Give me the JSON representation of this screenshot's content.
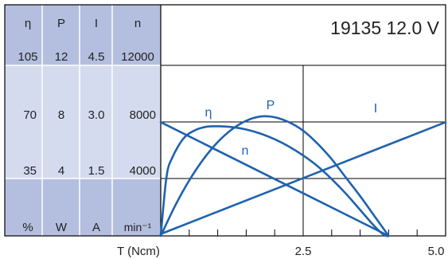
{
  "chart_data": {
    "type": "line",
    "title": "19135   12.0 V",
    "xlabel": "T (Ncm)",
    "x_ticks": [
      "2.5",
      "5.0"
    ],
    "xlim": [
      0,
      5.0
    ],
    "colors": {
      "curve": "#1f62ae",
      "panel_dark": "#b4bfdf",
      "panel_light": "#d5dbef",
      "grid": "#000000"
    },
    "columns": [
      {
        "symbol": "η",
        "max": "105",
        "mid": "70",
        "low": "35",
        "unit": "%",
        "range": [
          0,
          105
        ]
      },
      {
        "symbol": "P",
        "max": "12",
        "mid": "8",
        "low": "4",
        "unit": "W",
        "range": [
          0,
          12
        ]
      },
      {
        "symbol": "I",
        "max": "4.5",
        "mid": "3.0",
        "low": "1.5",
        "unit": "A",
        "range": [
          0,
          4.5
        ]
      },
      {
        "symbol": "n",
        "max": "12000",
        "mid": "8000",
        "low": "4000",
        "unit": "min⁻¹",
        "range": [
          0,
          12000
        ]
      }
    ],
    "series": [
      {
        "name": "η",
        "axis": 0,
        "x": [
          0,
          0.1,
          0.2,
          0.4,
          0.6,
          0.8,
          1.0,
          1.25,
          1.5,
          1.75,
          2.0,
          2.25,
          2.5,
          2.75,
          3.0,
          3.25,
          3.5,
          3.75,
          3.92,
          4.0
        ],
        "y": [
          0,
          36,
          48,
          60,
          65,
          67.2,
          67.5,
          67,
          65.5,
          63,
          59.5,
          55,
          49.5,
          43,
          35,
          26,
          16,
          6,
          0.5,
          0
        ]
      },
      {
        "name": "P",
        "axis": 1,
        "x": [
          0,
          0.25,
          0.5,
          0.75,
          1.0,
          1.25,
          1.5,
          1.75,
          2.0,
          2.25,
          2.5,
          2.75,
          3.0,
          3.25,
          3.5,
          3.75,
          4.0
        ],
        "y": [
          0,
          2.1,
          3.9,
          5.4,
          6.6,
          7.5,
          8.1,
          8.4,
          8.35,
          8.0,
          7.4,
          6.5,
          5.4,
          4.1,
          2.8,
          1.4,
          0
        ]
      },
      {
        "name": "I",
        "axis": 2,
        "x": [
          0,
          5.0
        ],
        "y": [
          0.05,
          3.0
        ]
      },
      {
        "name": "n",
        "axis": 3,
        "x": [
          0,
          4.0
        ],
        "y": [
          8000,
          0
        ]
      }
    ]
  }
}
